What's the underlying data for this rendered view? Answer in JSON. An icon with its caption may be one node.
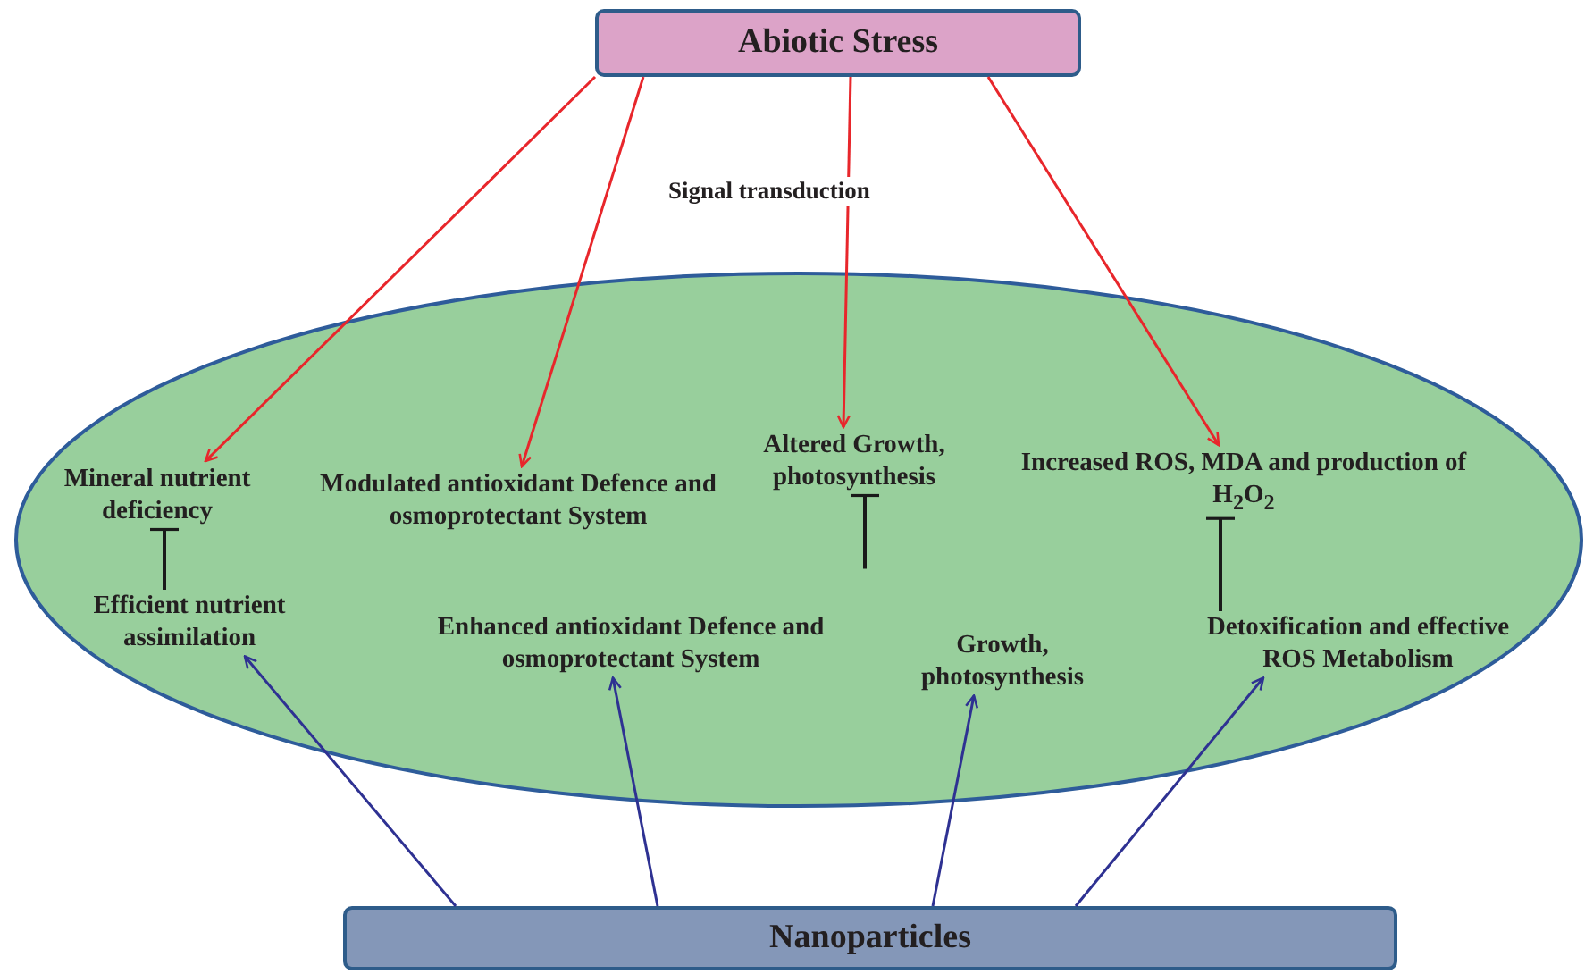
{
  "diagram": {
    "nodes": [
      {
        "text": [
          "Abiotic Stress"
        ]
      },
      {
        "text": [],
        "shape": "ellipse"
      },
      {
        "text": [
          "Mineral nutrient deficiency"
        ],
        "in": 1
      },
      {
        "text": [
          "Modulated antioxidant Defence and osmoprotectant System"
        ],
        "in": 1
      },
      {
        "text": [
          "Altered Growth, photosynthesis"
        ],
        "in": 1
      },
      {
        "text": [
          "Increased  ROS, MDA and production of H$_{2}$O$_{2}$"
        ],
        "in": 1
      },
      {
        "text": [
          "Efficient nutrient assimilation"
        ],
        "in": 1
      },
      {
        "text": [
          "Enhanced antioxidant Defence and osmoprotectant System"
        ],
        "in": 1
      },
      {
        "text": [
          "Growth, photosynthesis"
        ],
        "in": 1
      },
      {
        "text": [
          "Detoxification and effective ROS Metabolism"
        ],
        "in": 1
      },
      {
        "text": [
          "Nanoparticles"
        ]
      }
    ],
    "edges": [
      {
        "from": 0,
        "to": 2,
        "arrow": "to",
        "color": "#e8262b"
      },
      {
        "from": 0,
        "to": 3,
        "arrow": "to",
        "color": "#e8262b"
      },
      {
        "from": 0,
        "to": 4,
        "arrow": "to",
        "color": "#e8262b"
      },
      {
        "from": 0,
        "to": 5,
        "arrow": "to",
        "color": "#e8262b"
      },
      {
        "from": 10,
        "to": 6,
        "arrow": "to",
        "color": "#2e3192"
      },
      {
        "from": 10,
        "to": 7,
        "arrow": "to",
        "color": "#2e3192"
      },
      {
        "from": 10,
        "to": 8,
        "arrow": "to",
        "color": "#2e3192"
      },
      {
        "from": 10,
        "to": 9,
        "arrow": "to",
        "color": "#2e3192"
      },
      {
        "from": 6,
        "to": 2,
        "arrow": "other",
        "color": "#1a1a1a"
      },
      {
        "from": null,
        "to": 4,
        "arrow": "other",
        "color": "#1a1a1a"
      },
      {
        "from": 9,
        "to": 5,
        "arrow": "other",
        "color": "#1a1a1a"
      }
    ],
    "labels": [
      "Signal transduction"
    ]
  }
}
